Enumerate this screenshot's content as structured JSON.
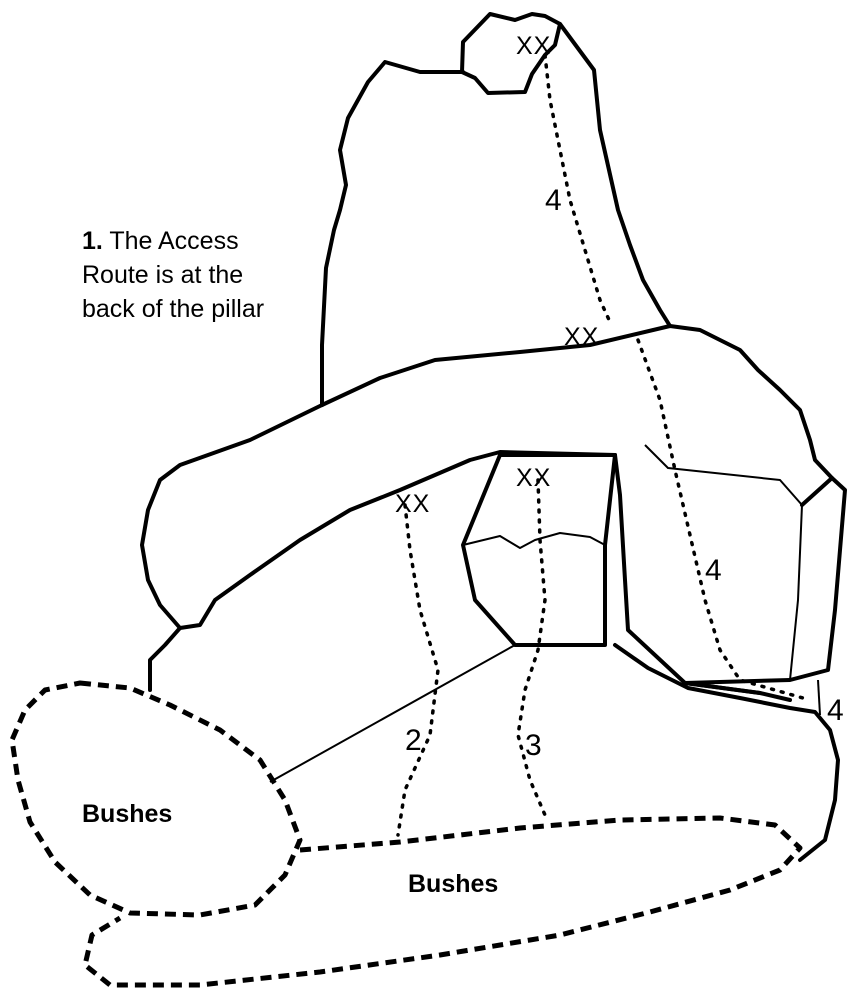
{
  "note": {
    "number": "1.",
    "line1": "The Access",
    "line2": "Route is at the",
    "line3": "back of the pillar"
  },
  "routes": [
    {
      "number": "2"
    },
    {
      "number": "3"
    },
    {
      "number": "4"
    }
  ],
  "belays": {
    "mark": "XX"
  },
  "vegetation": {
    "bushes_left": "Bushes",
    "bushes_bottom": "Bushes"
  }
}
